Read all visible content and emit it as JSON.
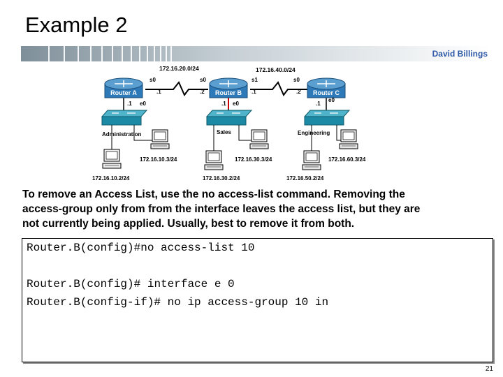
{
  "slide": {
    "title": "Example 2",
    "author": "David Billings",
    "page_number": "21"
  },
  "diagram": {
    "routers": [
      {
        "name": "Router A"
      },
      {
        "name": "Router B"
      },
      {
        "name": "Router C"
      }
    ],
    "networks": {
      "serial_ab": "172.16.20.0/24",
      "serial_bc": "172.16.40.0/24"
    },
    "interfaces": {
      "a_s0": "s0",
      "a_s0_ip": ".1",
      "a_e0": "e0",
      "a_e0_ip": ".1",
      "b_s0": "s0",
      "b_s0_ip": ".2",
      "b_s1": "s1",
      "b_s1_ip": ".1",
      "b_e0": "e0",
      "b_e0_ip": ".1",
      "c_s0": "s0",
      "c_s0_ip": ".2",
      "c_e0": "e0",
      "c_e0_ip": ".1"
    },
    "switch_labels": {
      "a": "Administration",
      "b": "Sales",
      "c": "Engineering"
    },
    "hosts": [
      "172.16.10.2/24",
      "172.16.10.3/24",
      "172.16.30.2/24",
      "172.16.30.3/24",
      "172.16.50.2/24",
      "172.16.60.3/24"
    ],
    "colors": {
      "router_top": "#5a9fd0",
      "router_body": "#2e7ab8",
      "switch_top": "#4fb3c9",
      "switch_body": "#1c8aa5",
      "serial_link": "#000000",
      "highlight_arrow": "#cc0000"
    }
  },
  "description": {
    "line1": "To remove an Access List, use the no access-list command.  Removing the",
    "line2": "access-group only from from the interface leaves the access list, but they are",
    "line3": "not currently being applied.  Usually, best to remove it from both."
  },
  "console": {
    "line1_prompt": "Router.B(config)#",
    "line1_cmd": "no access-list 10",
    "line2_prompt": "Router.B(config)#",
    "line2_cmd": " interface e 0",
    "line3_prompt": "Router.B(config-if)#",
    "line3_cmd": " no ip access-group 10 in"
  }
}
